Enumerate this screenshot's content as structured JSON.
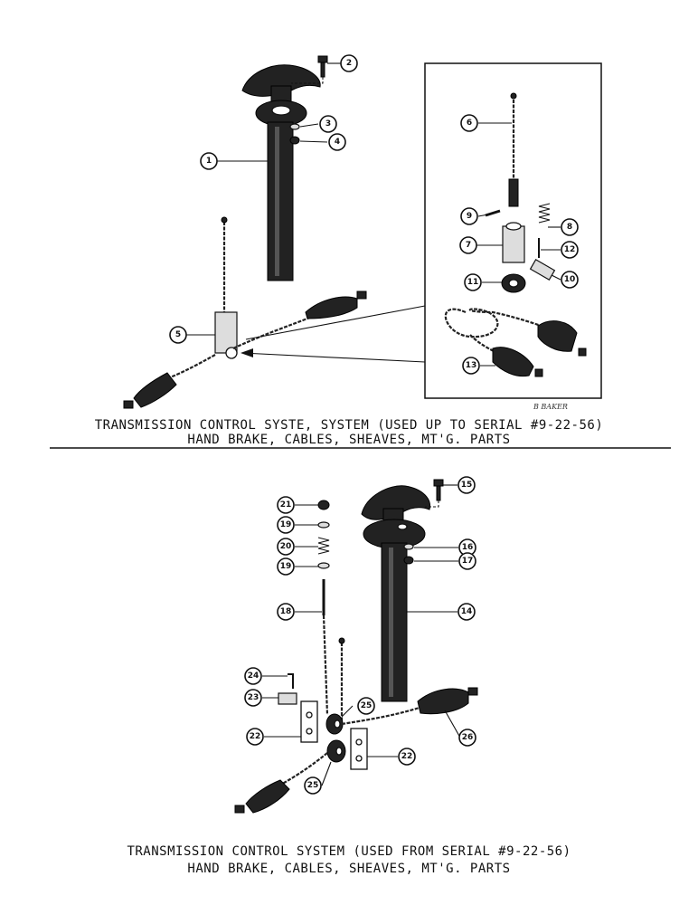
{
  "captions": {
    "top_line1": "TRANSMISSION CONTROL SYSTE, SYSTEM (USED UP TO SERIAL #9-22-56)",
    "top_line2": "HAND BRAKE, CABLES, SHEAVES, MT'G. PARTS",
    "bottom_line1": "TRANSMISSION CONTROL SYSTEM (USED FROM SERIAL #9-22-56)",
    "bottom_line2": "HAND BRAKE, CABLES, SHEAVES, MT'G. PARTS"
  },
  "signature": "B BAKER",
  "callouts": {
    "c1": "1",
    "c2": "2",
    "c3": "3",
    "c4": "4",
    "c5": "5",
    "c6": "6",
    "c7": "7",
    "c8": "8",
    "c9": "9",
    "c10": "10",
    "c11": "11",
    "c12": "12",
    "c13": "13",
    "c14": "14",
    "c15": "15",
    "c16": "16",
    "c17": "17",
    "c18": "18",
    "c19a": "19",
    "c19b": "19",
    "c20": "20",
    "c21": "21",
    "c22a": "22",
    "c22b": "22",
    "c23": "23",
    "c24": "24",
    "c25a": "25",
    "c25b": "25",
    "c26": "26"
  }
}
